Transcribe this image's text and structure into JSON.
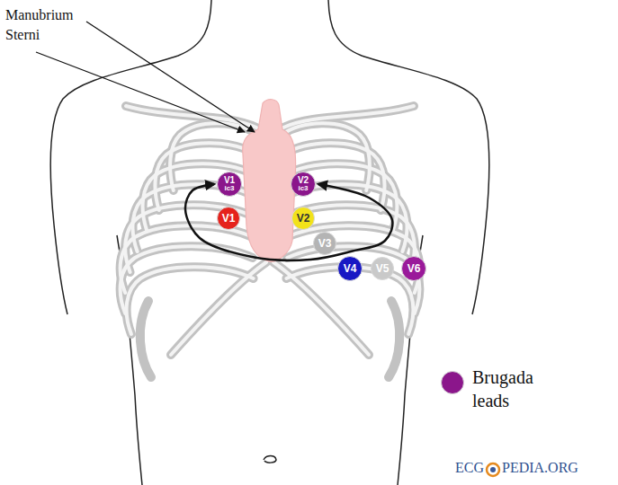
{
  "diagram": {
    "nodes": [
      {
        "text": [
          "V1",
          "ic3"
        ]
      },
      {
        "text": [
          "V2",
          "ic3"
        ]
      },
      {
        "text": [
          "V1"
        ]
      },
      {
        "text": [
          "V2"
        ]
      },
      {
        "text": [
          "V3"
        ]
      },
      {
        "text": [
          "V4"
        ]
      },
      {
        "text": [
          "V5"
        ]
      },
      {
        "text": [
          "V6"
        ]
      }
    ],
    "edges": [
      {
        "from": 0,
        "to": 1,
        "arrow": "both"
      }
    ],
    "labels": [
      "Manubrium Sterni",
      "ECG",
      "PEDIA.ORG"
    ],
    "legend": [
      {
        "text": "Brugada leads",
        "color": "#8b168b"
      }
    ]
  }
}
